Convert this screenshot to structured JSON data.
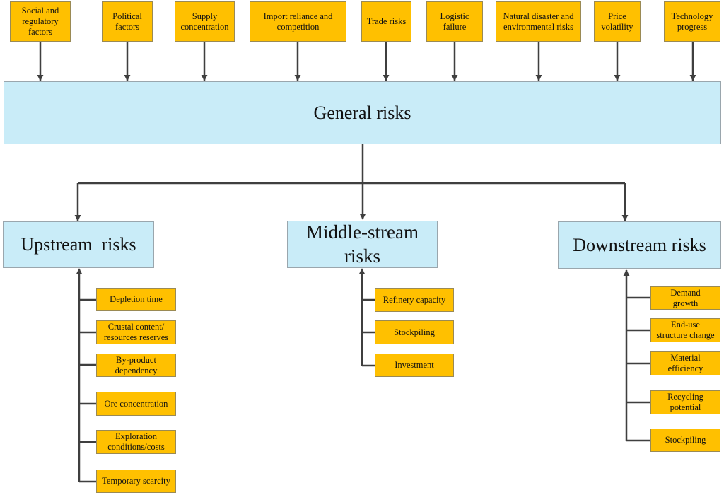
{
  "colors": {
    "factor_fill": "#ffc000",
    "risk_fill": "#c9ecf8",
    "line": "#3f3f3f"
  },
  "factors": [
    "Social and\nregulatory factors",
    "Political\nfactors",
    "Supply\nconcentration",
    "Import reliance and\ncompetition",
    "Trade risks",
    "Logistic\nfailure",
    "Natural disaster and\nenvironmental risks",
    "Price\nvolatility",
    "Technology\nprogress"
  ],
  "general": "General risks",
  "upstream": {
    "title": "Upstream  risks",
    "items": [
      "Depletion time",
      "Crustal content/\nresources reserves",
      "By-product\ndependency",
      "Ore concentration",
      "Exploration\nconditions/costs",
      "Temporary scarcity"
    ]
  },
  "middle": {
    "title": "Middle-stream\nrisks",
    "items": [
      "Refinery capacity",
      "Stockpiling",
      "Investment"
    ]
  },
  "downstream": {
    "title": "Downstream risks",
    "items": [
      "Demand\ngrowth",
      "End-use\nstructure change",
      "Material\nefficiency",
      "Recycling\npotential",
      "Stockpiling"
    ]
  }
}
